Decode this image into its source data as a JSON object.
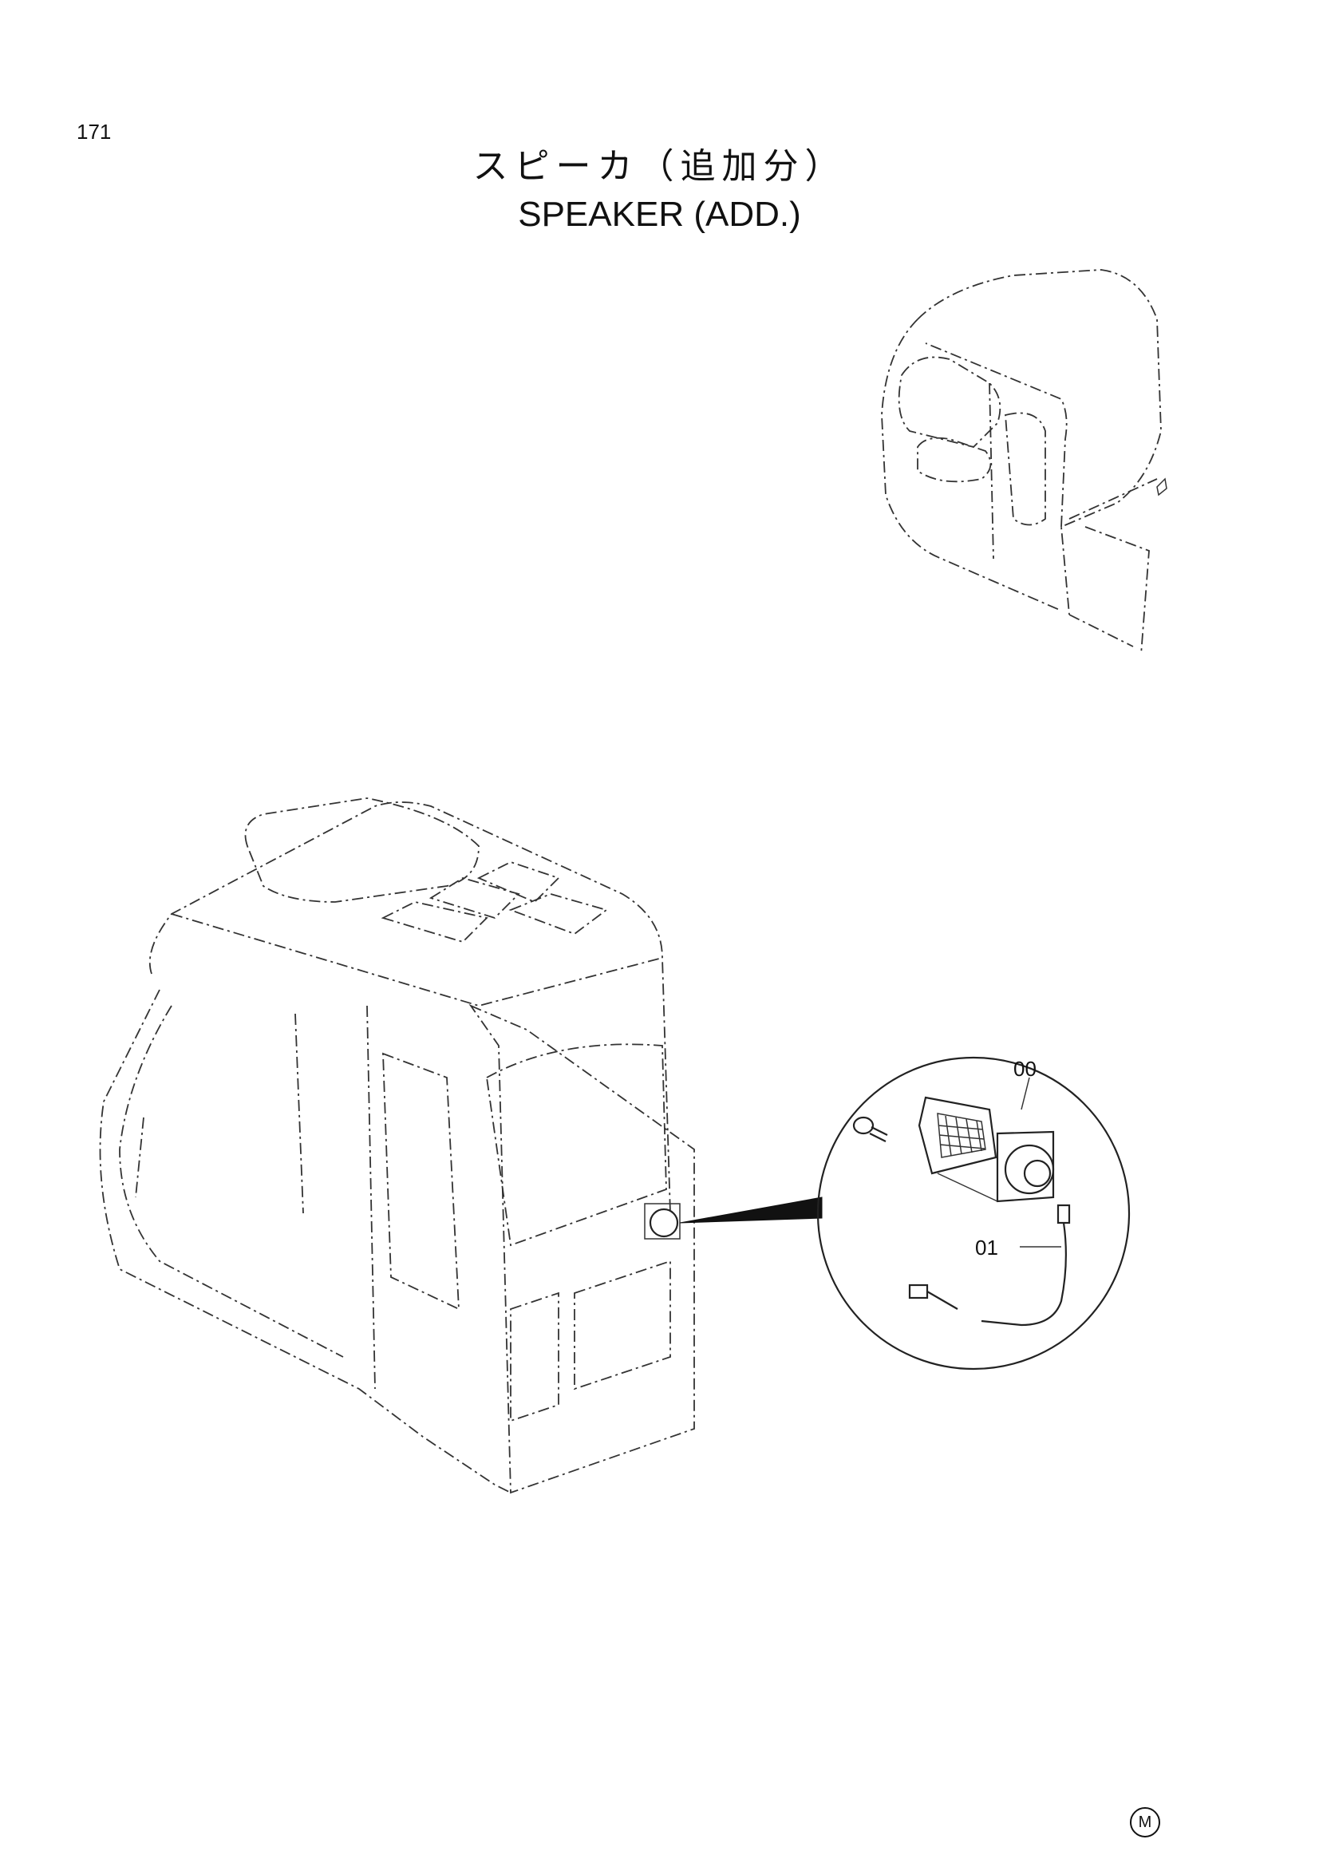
{
  "page": {
    "number": "171",
    "title_ja": "スピーカ（追加分）",
    "title_en": "SPEAKER (ADD.)",
    "mark": "M"
  },
  "callouts": {
    "speaker": "00",
    "harness": "01"
  }
}
